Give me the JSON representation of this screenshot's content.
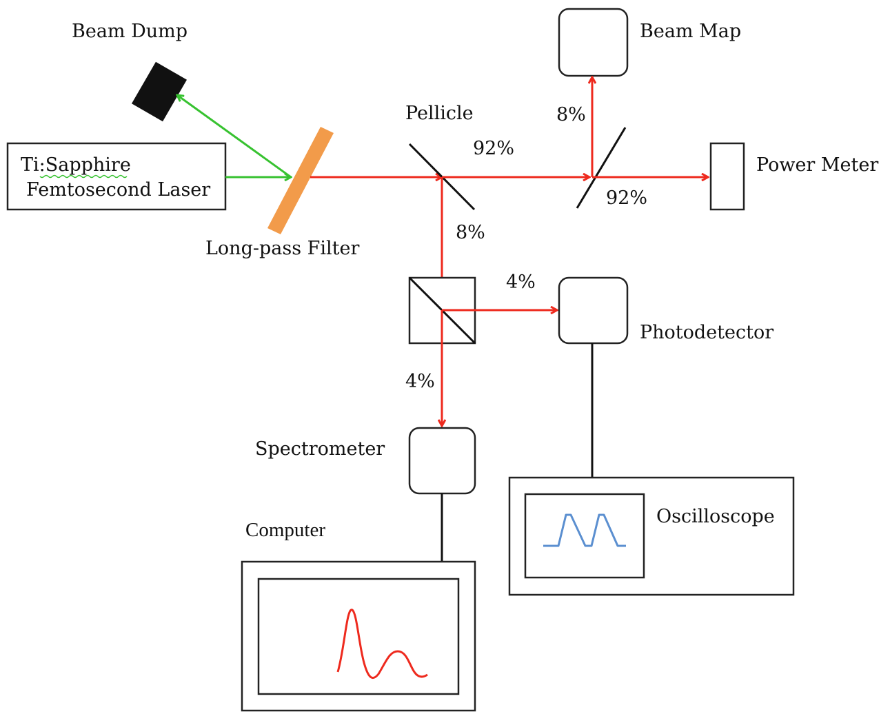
{
  "colors": {
    "laser_beam": "#ee2a1e",
    "filtered_beam": "#37c230",
    "filter": "#f08a2a",
    "spectrum_trace": "#ee2a1e",
    "pulse_trace": "#5b8fd0",
    "outline": "#222222"
  },
  "labels": {
    "beam_dump": "Beam Dump",
    "beam_map": "Beam Map",
    "laser_line1": "Ti:Sapphire",
    "laser_line2": "Femtosecond Laser",
    "pellicle": "Pellicle",
    "power_meter": "Power Meter",
    "long_pass_filter": "Long-pass Filter",
    "photodetector": "Photodetector",
    "spectrometer": "Spectrometer",
    "computer": "Computer",
    "oscilloscope": "Oscilloscope"
  },
  "percentages": {
    "pellicle_transmit": "92%",
    "pellicle_reflect": "8%",
    "second_splitter_reflect": "8%",
    "second_splitter_transmit": "92%",
    "cube_reflect": "4%",
    "cube_transmit": "4%"
  }
}
